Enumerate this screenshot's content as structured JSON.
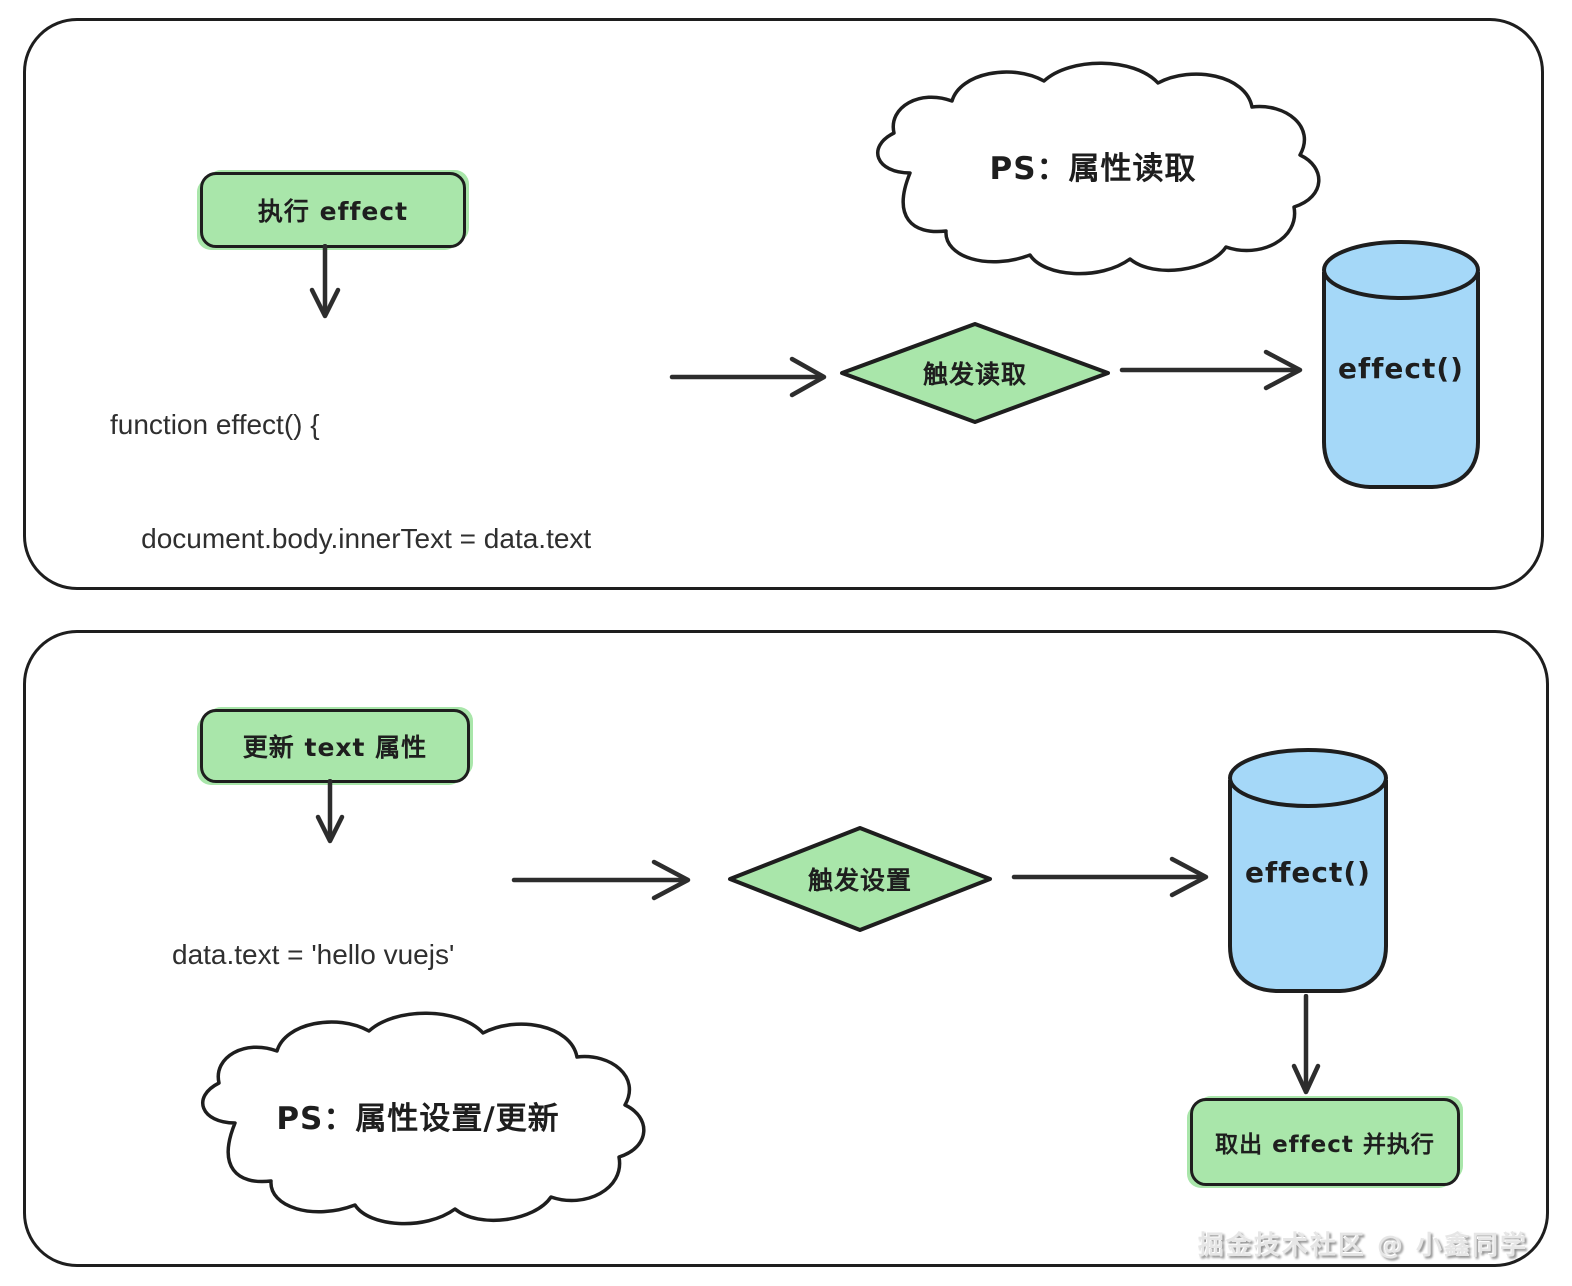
{
  "panels": {
    "read": {
      "start_label": "执行 effect",
      "code_lines": {
        "l1": "function effect() {",
        "l2": "    document.body.innerText = data.text",
        "l3": "}"
      },
      "diamond_label": "触发读取",
      "cylinder_label": "effect()",
      "cloud_label": "PS：属性读取"
    },
    "write": {
      "start_label": "更新 text 属性",
      "code_lines": {
        "l1": "data.text = 'hello vuejs'"
      },
      "diamond_label": "触发设置",
      "cylinder_label": "effect()",
      "takeout_label": "取出 effect 并执行",
      "cloud_label": "PS：属性设置/更新"
    }
  },
  "watermark": "掘金技术社区 @ 小鑫同学",
  "colors": {
    "shape_green": "#a9e6aa",
    "shape_blue": "#a5d8f8",
    "stroke": "#1e1e1e",
    "code_text": "#2f2f2f",
    "background": "#ffffff"
  }
}
